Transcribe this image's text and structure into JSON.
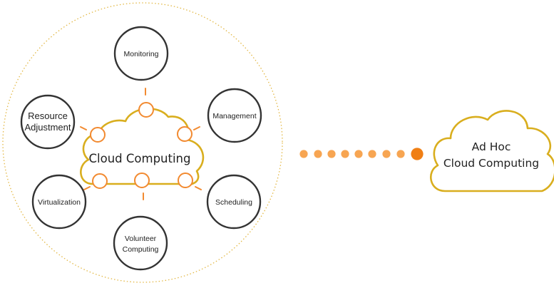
{
  "diagram": {
    "center": {
      "label": "Cloud Computing"
    },
    "nodes": [
      {
        "id": "monitoring",
        "lines": [
          "Monitoring"
        ]
      },
      {
        "id": "management",
        "lines": [
          "Management"
        ]
      },
      {
        "id": "scheduling",
        "lines": [
          "Scheduling"
        ]
      },
      {
        "id": "volunteer-computing",
        "lines": [
          "Volunteer",
          "Computing"
        ]
      },
      {
        "id": "virtualization",
        "lines": [
          "Virtualization"
        ]
      },
      {
        "id": "resource-adjustment",
        "lines": [
          "Resource",
          "Adjustment"
        ]
      }
    ],
    "target": {
      "lines": [
        "Ad Hoc",
        "Cloud Computing"
      ]
    },
    "colors": {
      "cloud_outline": "#D9AE1E",
      "connector": "#F28A30",
      "dots_light": "#F7A552",
      "dot_end": "#F07F14",
      "node_outline": "#333333",
      "boundary": "#E3B845"
    }
  }
}
